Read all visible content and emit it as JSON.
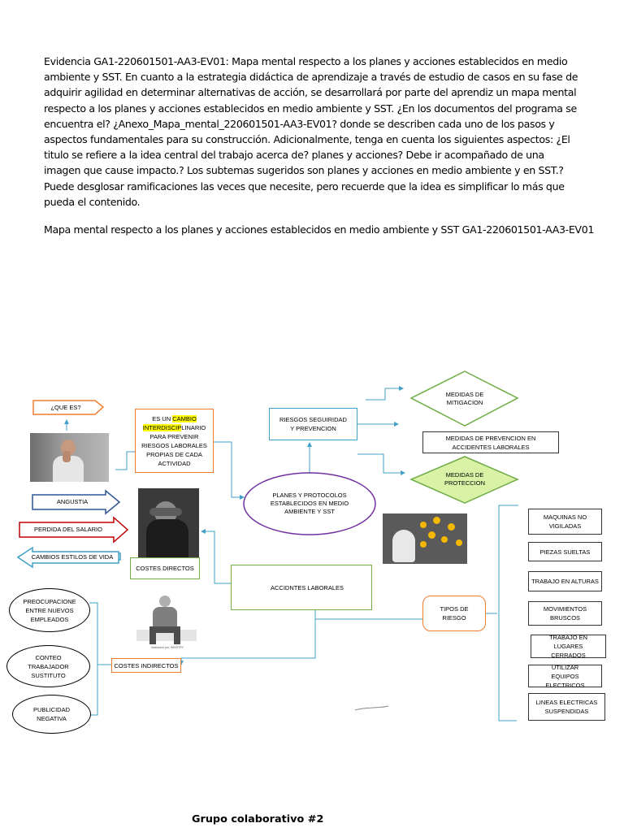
{
  "intro_text": "Evidencia GA1-220601501-AA3-EV01: Mapa mental respecto a los planes y acciones establecidos en medio ambiente y SST. En cuanto a la estrategia didáctica de aprendizaje a través de estudio de casos en su fase de adquirir agilidad en determinar alternativas de acción, se desarrollará por parte del aprendiz un mapa mental respecto a los planes y acciones establecidos en medio ambiente y SST. ¿En los documentos del programa se encuentra el? ¿Anexo_Mapa_mental_220601501-AA3-EV01? donde se describen cada uno de los pasos y aspectos fundamentales para su construcción. Adicionalmente, tenga en cuenta los siguientes aspectos: ¿El titulo se refiere a la idea central del trabajo acerca de? planes y acciones? Debe ir acompañado de una imagen que cause impacto.? Los subtemas sugeridos son planes y acciones en medio ambiente y en SST.? Puede desglosar ramificaciones las veces que necesite, pero recuerde que la idea es simplificar lo más que pueda el contenido.",
  "map_title": "Mapa mental respecto a los planes y acciones establecidos en medio ambiente y SST GA1-220601501-AA3-EV01",
  "footer": "Grupo colaborativo #2",
  "map": {
    "que_es": "¿QUE ES?",
    "definition": {
      "pre": "ES UN ",
      "hl1": "CAMBIO",
      "hl2": "INTERDISCIP",
      "post": "LINARIO PARA PREVENIR RIESGOS LABORALES PROPIAS DE CADA ACTIVIDAD"
    },
    "riesgos_seguridad": "RIESGOS SEGUIRIDAD Y PREVENCION",
    "medidas_mitigacion": "MEDIDAS DE MITIGACION",
    "medidas_prevencion_accidentes": "MEDIDAS DE PREVENCION EN ACCIDENTES LABORALES",
    "medidas_proteccion": "MEDIDAS DE PROTECCION",
    "central": "PLANES Y PROTOCOLOS ESTABLECIDOS EN MEDIO AMBIENTE Y SST",
    "angustia": "ANGUSTIA",
    "perdida_salario": "PERDIDA DEL SALARIO",
    "cambios_estilos": "CAMBIOS ESTILOS DE VIDA",
    "costes_directos": "COSTES DIRECTOS",
    "accidentes_laborales": "ACCIDNTES LABORALES",
    "tipos_riesgo": "TIPOS DE RIESGO",
    "costes_indirectos": "COSTES INDIRECTOS",
    "preocupaciones": "PREOCUPACIONE ENTRE NUEVOS EMPLEADOS",
    "conteo": "CONTEO TRABAJADOR SUSTITUTO",
    "publicidad": "PUBLICIDAD NEGATIVA",
    "image_caption": "Ilustración por: WISSTRY",
    "risk_types": [
      "MAQUINAS NO VIGILADAS",
      "PIEZAS SUELTAS",
      "TRABAJO EN ALTURAS",
      "MOVIMIENTOS BRUSCOS",
      "TRABAJO EN LUGARES CERRADOS",
      "UTILIZAR EQUIPOS ELECTRICOS",
      "LINEAS ELECTRICAS SUSPENDIDAS"
    ]
  },
  "colors": {
    "arrow_blue": "#41a0c8",
    "box_green": "#70ad47",
    "box_orange": "#ed7d31",
    "diamond_fill_light": "#ffffff",
    "diamond_fill_green": "#d9f2a6",
    "ellipse_purple": "#7030a0",
    "arrow_red": "#c00000",
    "highlight": "#ffff00"
  }
}
